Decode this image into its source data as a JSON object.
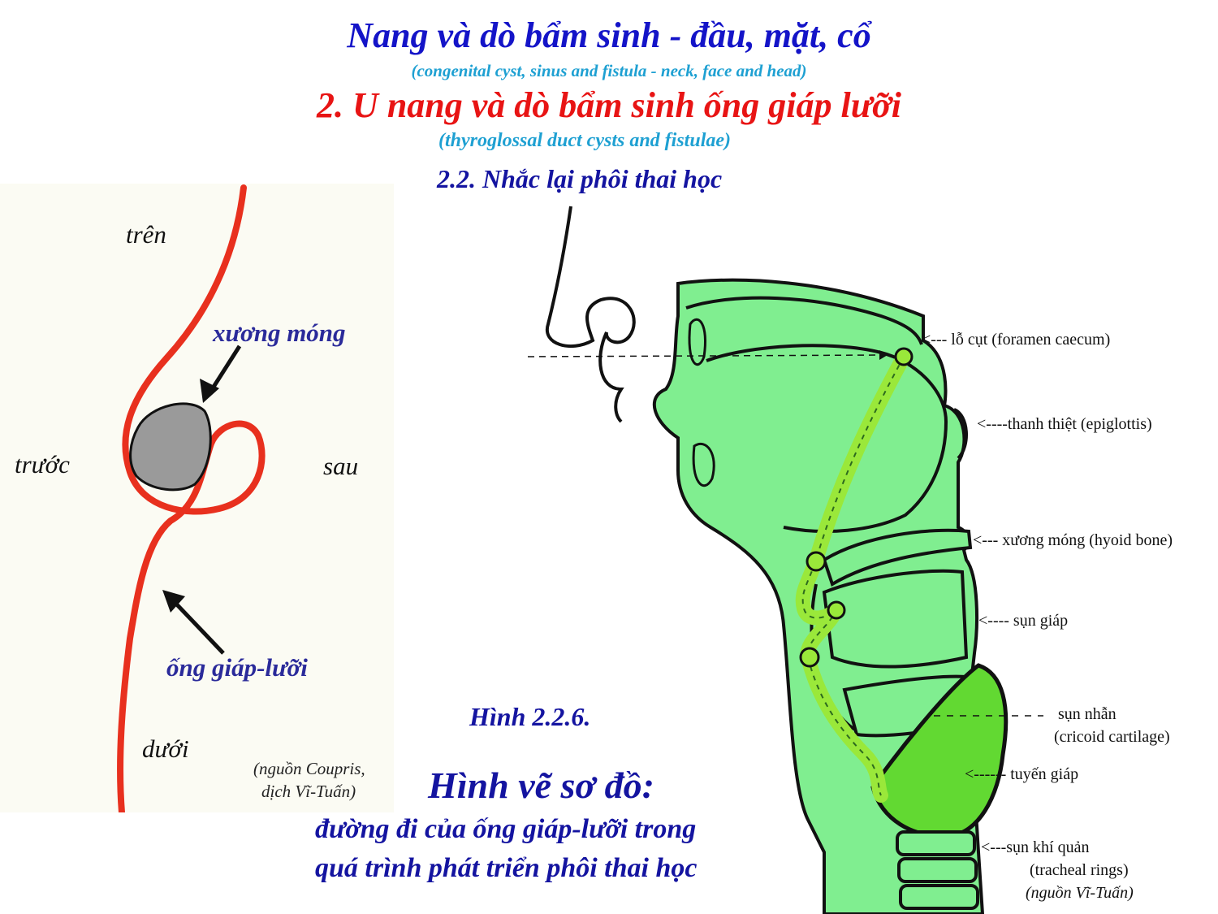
{
  "header": {
    "title": "Nang và dò bẩm sinh - đầu, mặt, cổ",
    "title_en": "(congenital cyst, sinus and fistula - neck, face and head)",
    "subtitle": "2. U nang và dò bẩm sinh ống giáp lưỡi",
    "subtitle_en": "(thyroglossal duct cysts and fistulae)",
    "section": "2.2. Nhắc lại phôi thai học"
  },
  "left_diagram": {
    "top": "trên",
    "front": "trước",
    "back": "sau",
    "bottom": "dưới",
    "hyoid": "xương móng",
    "duct": "ống giáp-lưỡi",
    "source_line1": "(nguồn Coupris,",
    "source_line2": "dịch Vĩ-Tuấn)"
  },
  "right_diagram": {
    "labels": {
      "foramen": "<--- lỗ cụt (foramen caecum)",
      "epiglottis": "<----thanh thiệt (epiglottis)",
      "hyoid": "<--- xương móng (hyoid bone)",
      "thyroid_cartilage": "<---- sụn giáp",
      "cricoid_vi": "sụn nhẫn",
      "cricoid_en": "(cricoid cartilage)",
      "thyroid_gland": "<------ tuyến giáp",
      "tracheal_vi": "<---sụn khí quản",
      "tracheal_en": "(tracheal rings)",
      "source": "(nguồn Vĩ-Tuấn)"
    },
    "colors": {
      "fill": "#80ee90",
      "duct": "#9ae83a",
      "thyroid": "#62d932"
    }
  },
  "figure": {
    "number": "Hình 2.2.6.",
    "title": "Hình vẽ sơ đồ:",
    "desc_line1": "đường đi của ống giáp-lưỡi trong",
    "desc_line2": "quá trình phát triển phôi thai học"
  }
}
